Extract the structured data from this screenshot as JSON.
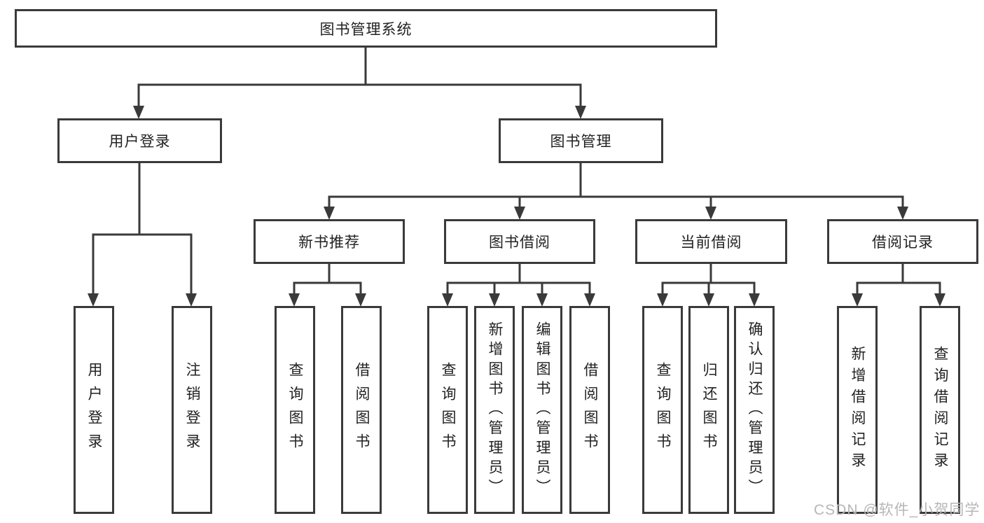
{
  "diagram": {
    "root": "图书管理系统",
    "level2": {
      "user_login": "用户登录",
      "book_mgmt": "图书管理"
    },
    "level3": {
      "new_books": "新书推荐",
      "borrowing": "图书借阅",
      "current": "当前借阅",
      "records": "借阅记录"
    },
    "leaves": {
      "login": [
        "用户登录",
        "注销登录"
      ],
      "new_books": [
        "查询图书",
        "借阅图书"
      ],
      "borrowing": [
        "查询图书",
        "新增图书（管理员）",
        "编辑图书（管理员）",
        "借阅图书"
      ],
      "current": [
        "查询图书",
        "归还图书",
        "确认归还（管理员）"
      ],
      "records": [
        "新增借阅记录",
        "查询借阅记录"
      ]
    }
  },
  "watermark": "CSDN @软件_小贺同学",
  "colors": {
    "line": "#3a3a3a",
    "box_border": "#3a3a3a",
    "text": "#222222",
    "watermark": "#b7b7b7",
    "background": "#ffffff"
  }
}
